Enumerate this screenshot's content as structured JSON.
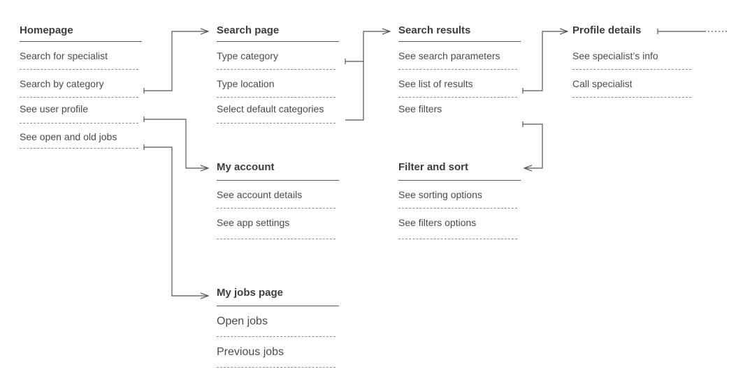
{
  "cards": {
    "homepage": {
      "title": "Homepage",
      "items": [
        "Search for specialist",
        "Search by category",
        "See user profile",
        "See open and old jobs"
      ]
    },
    "search_page": {
      "title": "Search page",
      "items": [
        "Type category",
        "Type location",
        "Select default categories"
      ]
    },
    "search_results": {
      "title": "Search results",
      "items": [
        "See search parameters",
        "See list of results",
        "See filters"
      ]
    },
    "profile_details": {
      "title": "Profile details",
      "items": [
        "See specialist’s info",
        "Call specialist"
      ]
    },
    "my_account": {
      "title": "My account",
      "items": [
        "See account details",
        "See app settings"
      ]
    },
    "filter_and_sort": {
      "title": "Filter and sort",
      "items": [
        "See sorting options",
        "See filters options"
      ]
    },
    "my_jobs_page": {
      "title": "My jobs page",
      "items": [
        "Open jobs",
        "Previous jobs"
      ]
    }
  },
  "colors": {
    "line": "#555555",
    "title": "#3d3d3d",
    "text": "#4a4a4a",
    "dash": "#8a8a8a"
  }
}
